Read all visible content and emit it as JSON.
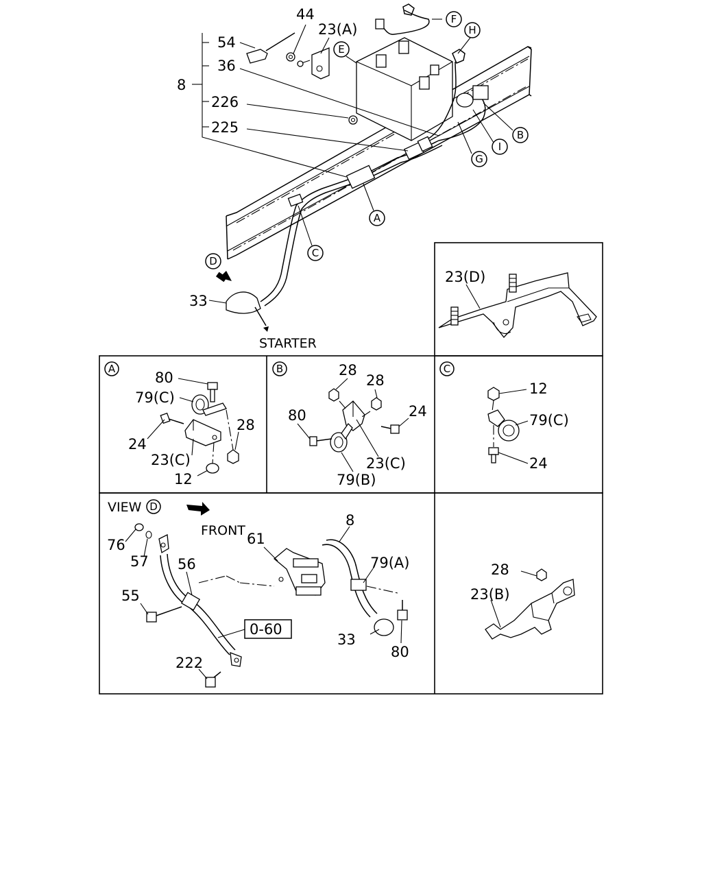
{
  "main": {
    "group_label": "8",
    "group_items": [
      "54",
      "36",
      "226",
      "225"
    ],
    "labels": {
      "p44": "44",
      "p23a": "23(A)",
      "p33": "33",
      "starter": "STARTER",
      "p8": "8"
    },
    "callouts": {
      "A": "A",
      "B": "B",
      "C": "C",
      "D": "D",
      "E": "E",
      "F": "F",
      "G": "G",
      "H": "H",
      "I": "I"
    }
  },
  "panel_23d": {
    "label": "23(D)"
  },
  "panel_a": {
    "tag": "A",
    "labels": {
      "p80": "80",
      "p79c": "79(C)",
      "p24": "24",
      "p28": "28",
      "p23c": "23(C)",
      "p12": "12"
    }
  },
  "panel_b": {
    "tag": "B",
    "labels": {
      "p28a": "28",
      "p28b": "28",
      "p80": "80",
      "p24": "24",
      "p23c": "23(C)",
      "p79b": "79(B)"
    }
  },
  "panel_c": {
    "tag": "C",
    "labels": {
      "p12": "12",
      "p79c": "79(C)",
      "p24": "24"
    }
  },
  "panel_view": {
    "view_label": "VIEW",
    "view_tag": "D",
    "front_label": "FRONT",
    "labels": {
      "p76": "76",
      "p57": "57",
      "p56": "56",
      "p55": "55",
      "p61": "61",
      "p8": "8",
      "p79a": "79(A)",
      "p060": "0-60",
      "p33": "33",
      "p80": "80",
      "p222": "222"
    }
  },
  "panel_23b": {
    "labels": {
      "p28": "28",
      "p23b": "23(B)"
    }
  }
}
